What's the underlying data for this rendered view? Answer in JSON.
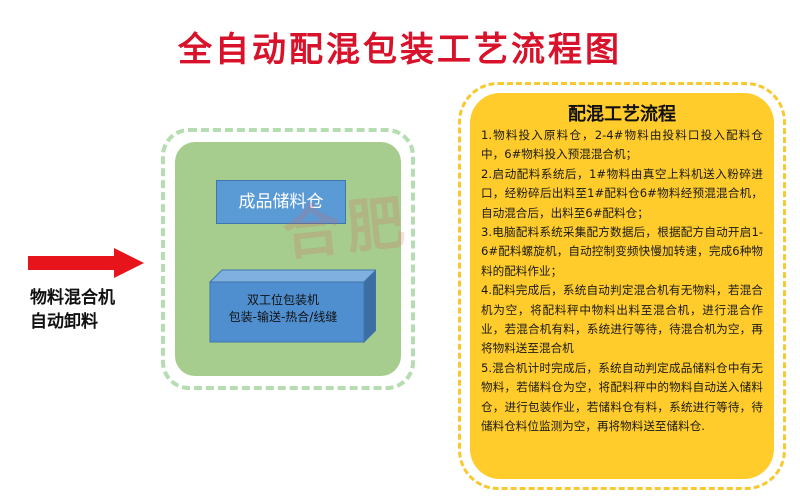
{
  "title": "全自动配混包装工艺流程图",
  "input_label": {
    "line1": "物料混合机",
    "line2": "自动卸料"
  },
  "left_box": {
    "warehouse_label": "成品储料仓",
    "packer_line1": "双工位包装机",
    "packer_line2": "包装-输送-热合/线缝"
  },
  "watermark": "合肥",
  "process": {
    "title": "配混工艺流程",
    "steps": [
      "1.物料投入原料仓，2-4#物料由投料口投入配料仓中，6#物料投入预混混合机；",
      "2.启动配料系统后，1#物料由真空上料机送入粉碎进口，经粉碎后出料至1#配料仓6#物料经预混混合机，自动混合后，出料至6#配料仓；",
      "3.电脑配料系统采集配方数据后，根据配方自动开启1-6#配料螺旋机，自动控制变频快慢加转速，完成6种物料的配料作业；",
      "4.配料完成后，系统自动判定混合机有无物料，若混合机为空，将配料秤中物料出料至混合机，进行混合作业，若混合机有料，系统进行等待，待混合机为空，再将物料送至混合机",
      "5.混合机计时完成后，系统自动判定成品储料仓中有无物料，若储料仓为空，将配料秤中的物料自动送入储料仓，进行包装作业，若储料仓有料，系统进行等待，待储料仓料位监测为空，再将物料送至储料仓."
    ]
  },
  "colors": {
    "title": "#d9122b",
    "arrow": "#e8141c",
    "left_panel": "#a6cd8d",
    "left_frame": "#b5ddb1",
    "box_blue": "#5b9bd5",
    "right_panel": "#ffcc2b",
    "right_frame": "#f7c92f"
  }
}
